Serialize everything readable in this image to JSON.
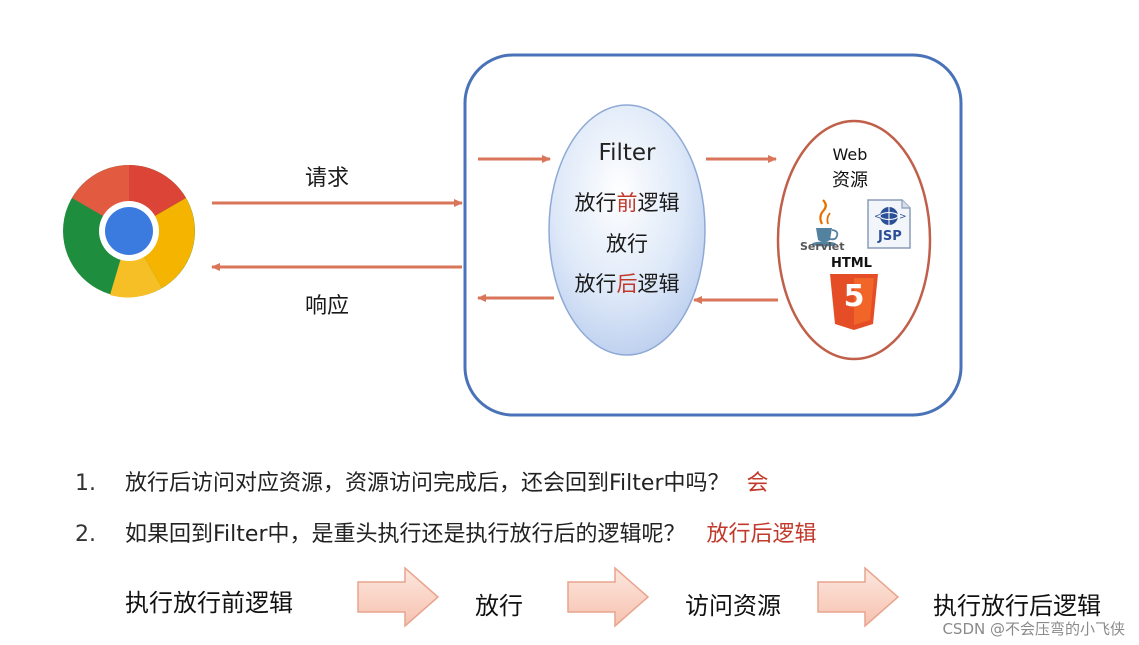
{
  "request_label": "请求",
  "response_label": "响应",
  "filter": {
    "title": "Filter",
    "line1_a": "放行",
    "line1_b": "前",
    "line1_c": "逻辑",
    "line2": "放行",
    "line3_a": "放行",
    "line3_b": "后",
    "line3_c": "逻辑"
  },
  "web": {
    "line1": "Web",
    "line2": "资源",
    "servlet_label": "Servlet",
    "jsp_label": "JSP",
    "html_label": "HTML",
    "html5_digit": "5"
  },
  "questions": [
    {
      "num": "1.",
      "text": "放行后访问对应资源，资源访问完成后，还会回到Filter中吗？",
      "answer": "会"
    },
    {
      "num": "2.",
      "text": "如果回到Filter中，是重头执行还是执行放行后的逻辑呢？",
      "answer": "放行后逻辑"
    }
  ],
  "flow": [
    "执行放行前逻辑",
    "放行",
    "访问资源",
    "执行放行后逻辑"
  ],
  "watermark": "CSDN @不会压弯的小飞侠",
  "colors": {
    "frame": "#4a72b8",
    "arrow": "#d9765a",
    "ellipse_stroke": "#c0604a",
    "accent": "#c0392b"
  }
}
